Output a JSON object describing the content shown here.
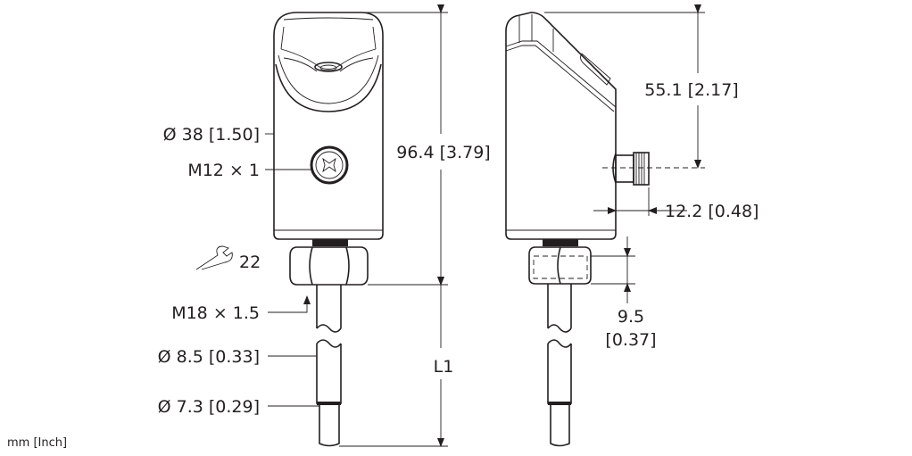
{
  "units_label": "mm [Inch]",
  "front_view": {
    "housing_diameter": "Ø 38 [1.50]",
    "connector_thread": "M12 × 1",
    "total_height": "96.4 [3.79]",
    "wrench_size": "22",
    "process_thread": "M18 × 1.5",
    "probe_diameter": "Ø 8.5 [0.33]",
    "tip_diameter": "Ø 7.3 [0.29]",
    "probe_length": "L1"
  },
  "side_view": {
    "head_height": "55.1 [2.17]",
    "connector_depth": "12.2 [0.48]",
    "nut_height_mm": "9.5",
    "nut_height_in": "[0.37]"
  }
}
